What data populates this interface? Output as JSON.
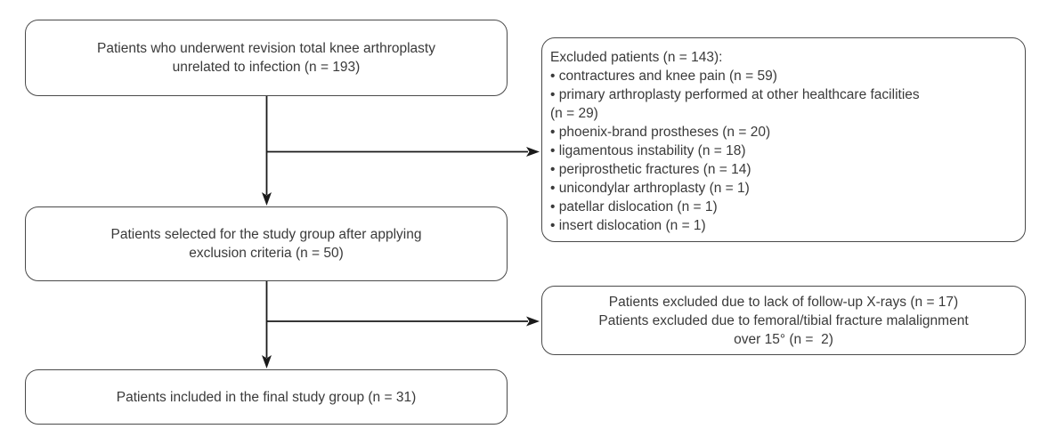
{
  "flowchart": {
    "colors": {
      "background": "#ffffff",
      "box_border": "#4a4a4a",
      "text": "#3a3a3a",
      "arrow": "#1a1a1a"
    },
    "nodes": {
      "initial": {
        "n": 193,
        "lines": [
          "Patients who underwent revision total knee arthroplasty",
          "unrelated to infection (n = 193)"
        ]
      },
      "excluded": {
        "n": 143,
        "title": "Excluded patients (n = 143):",
        "lines": [
          "• contractures and knee pain (n = 59)",
          "• primary arthroplasty performed at other healthcare facilities",
          "(n = 29)",
          "• phoenix-brand prostheses (n = 20)",
          "• ligamentous instability (n = 18)",
          "• periprosthetic fractures (n = 14)",
          "• unicondylar arthroplasty (n = 1)",
          "• patellar dislocation (n = 1)",
          "• insert dislocation (n = 1)"
        ]
      },
      "selected": {
        "n": 50,
        "lines": [
          "Patients selected for the study group after applying",
          "exclusion criteria (n = 50)"
        ]
      },
      "excluded_followup": {
        "n_lack_of_followup_xrays": 17,
        "n_fracture_malalignment": 2,
        "lines": [
          "Patients excluded due to lack of follow-up X-rays (n = 17)",
          "Patients excluded due to femoral/tibial fracture malalignment",
          "over 15° (n =  2)"
        ]
      },
      "final": {
        "n": 31,
        "lines": [
          "Patients included in the final study group (n = 31)"
        ]
      }
    },
    "edges": [
      {
        "from": "initial",
        "to": "selected",
        "direction": "down"
      },
      {
        "from": "initial",
        "to": "excluded",
        "direction": "right"
      },
      {
        "from": "selected",
        "to": "final",
        "direction": "down"
      },
      {
        "from": "selected",
        "to": "excluded_followup",
        "direction": "right"
      }
    ]
  }
}
